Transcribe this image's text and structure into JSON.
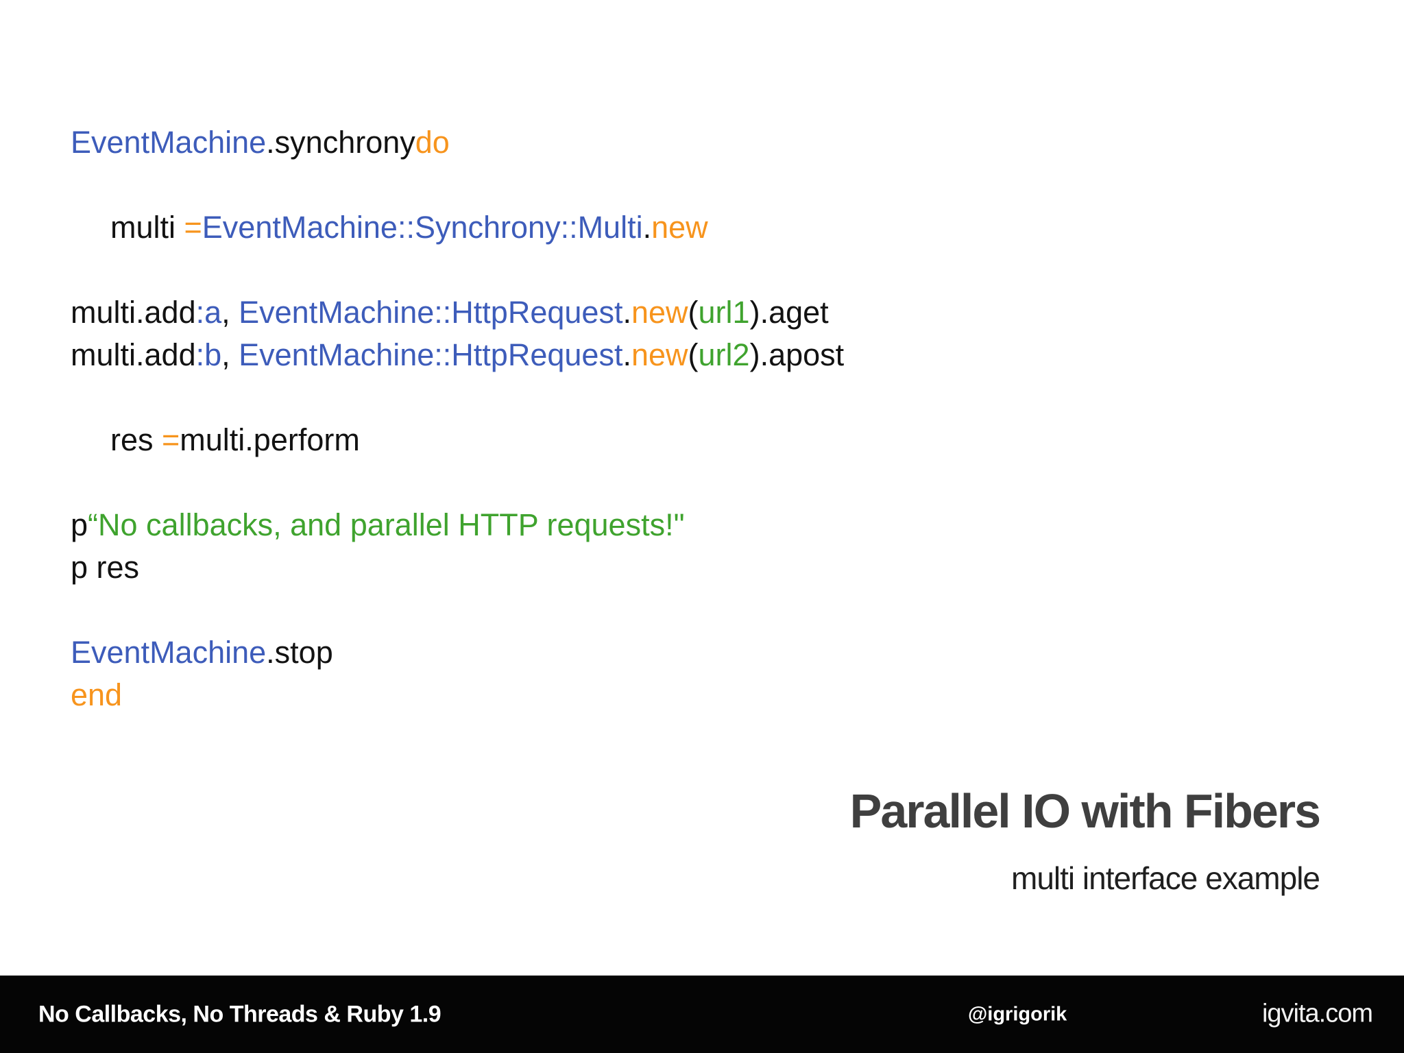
{
  "slide": {
    "title": "Parallel IO with Fibers",
    "subtitle": "multi interface example",
    "background": "#ffffff"
  },
  "colors": {
    "code_plain": "#121212",
    "code_constant_blue": "#3d5cba",
    "code_keyword_orange": "#f7941d",
    "code_string_green": "#3fa32e",
    "title_gray": "#3f3f3f",
    "footer_background": "#050505",
    "footer_text": "#ffffff"
  },
  "code": {
    "lines": [
      {
        "tokens": [
          {
            "text": "EventMachine",
            "cls": "blue"
          },
          {
            "text": ".synchrony",
            "cls": "plain"
          },
          {
            "text": "do",
            "cls": "orange"
          }
        ]
      },
      {
        "tokens": []
      },
      {
        "tokens": [
          {
            "text": "multi ",
            "cls": "plain"
          },
          {
            "text": "=",
            "cls": "orange"
          },
          {
            "text": "EventMachine::Synchrony::Multi",
            "cls": "blue"
          },
          {
            "text": ".",
            "cls": "plain"
          },
          {
            "text": "new",
            "cls": "orange"
          }
        ]
      },
      {
        "tokens": []
      },
      {
        "tokens": [
          {
            "text": "multi.add",
            "cls": "plain"
          },
          {
            "text": ":a",
            "cls": "blue"
          },
          {
            "text": ", ",
            "cls": "plain"
          },
          {
            "text": "EventMachine::HttpRequest",
            "cls": "blue"
          },
          {
            "text": ".",
            "cls": "plain"
          },
          {
            "text": "new",
            "cls": "orange"
          },
          {
            "text": "(",
            "cls": "plain"
          },
          {
            "text": "url1",
            "cls": "green"
          },
          {
            "text": ")",
            "cls": "plain"
          },
          {
            "text": ".aget",
            "cls": "plain"
          }
        ]
      },
      {
        "tokens": [
          {
            "text": "multi.add",
            "cls": "plain"
          },
          {
            "text": ":b",
            "cls": "blue"
          },
          {
            "text": ", ",
            "cls": "plain"
          },
          {
            "text": "EventMachine::HttpRequest",
            "cls": "blue"
          },
          {
            "text": ".",
            "cls": "plain"
          },
          {
            "text": "new",
            "cls": "orange"
          },
          {
            "text": "(",
            "cls": "plain"
          },
          {
            "text": "url2",
            "cls": "green"
          },
          {
            "text": ")",
            "cls": "plain"
          },
          {
            "text": ".apost",
            "cls": "plain"
          }
        ]
      },
      {
        "tokens": []
      },
      {
        "tokens": [
          {
            "text": "res ",
            "cls": "plain"
          },
          {
            "text": "=",
            "cls": "orange"
          },
          {
            "text": "multi.perform",
            "cls": "plain"
          }
        ]
      },
      {
        "tokens": []
      },
      {
        "tokens": [
          {
            "text": "p",
            "cls": "plain"
          },
          {
            "text": "“No callbacks, and parallel HTTP requests!\"",
            "cls": "green"
          }
        ]
      },
      {
        "tokens": [
          {
            "text": "p res",
            "cls": "plain"
          }
        ]
      },
      {
        "tokens": []
      },
      {
        "tokens": [
          {
            "text": "EventMachine",
            "cls": "blue"
          },
          {
            "text": ".stop",
            "cls": "plain"
          }
        ]
      },
      {
        "tokens": [
          {
            "text": "end",
            "cls": "orange"
          }
        ]
      }
    ]
  },
  "footer": {
    "left_label": "No Callbacks, No Threads & Ruby 1.9",
    "twitter_handle": "@igrigorik",
    "site_name": "igvita.com"
  }
}
